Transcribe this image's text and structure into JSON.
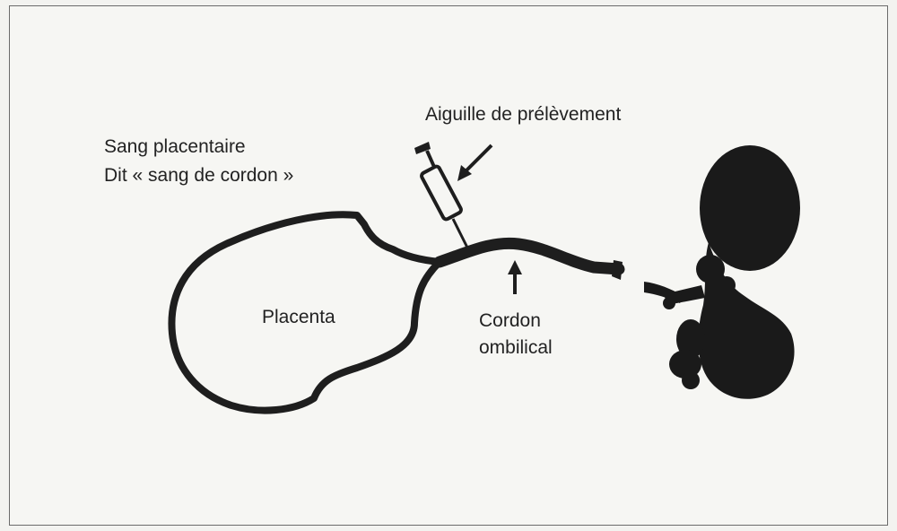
{
  "labels": {
    "needle": "Aiguille de prélèvement",
    "blood_line1": "Sang placentaire",
    "blood_line2": "Dit « sang de cordon »",
    "placenta": "Placenta",
    "cord_line1": "Cordon",
    "cord_line2": "ombilical"
  },
  "colors": {
    "ink": "#1e1e1e",
    "background": "#f6f6f3",
    "border": "#6b6b6b"
  }
}
